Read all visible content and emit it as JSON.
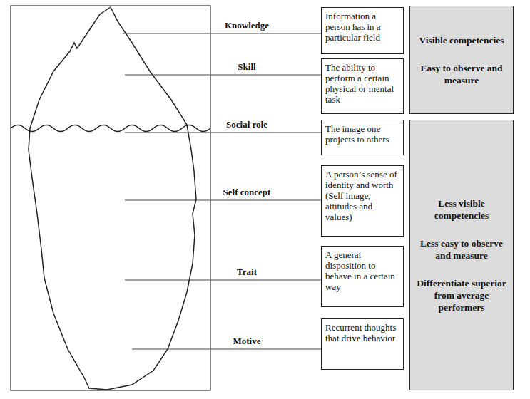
{
  "diagram": {
    "nodes": [
      {
        "text": [
          "Information a person has in a particular field"
        ]
      },
      {
        "text": [
          "The ability to perform a certain physical or mental task"
        ]
      },
      {
        "text": [
          "The image one projects to others"
        ]
      },
      {
        "text": [
          "A person’s sense of identity and worth (Self image, attitudes and values)"
        ]
      },
      {
        "text": [
          "A general disposition to behave in a certain way"
        ]
      },
      {
        "text": [
          "Recurrent thoughts that drive behavior"
        ]
      },
      {
        "text": [
          "Visible competencies",
          "Easy to observe and measure"
        ]
      },
      {
        "text": [
          "Less visible competencies",
          "Less easy to observe and measure",
          "Differentiate superior from average performers"
        ]
      }
    ],
    "labels": [
      "Knowledge",
      "Skill",
      "Social role",
      "Self concept",
      "Trait",
      "Motive"
    ]
  }
}
